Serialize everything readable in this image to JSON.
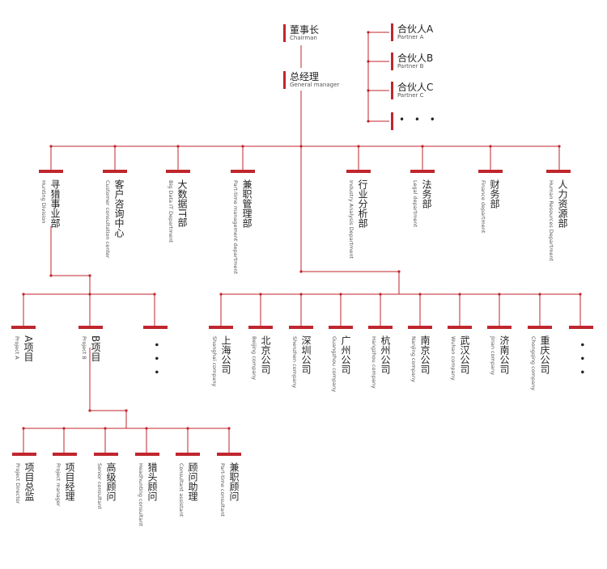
{
  "top": {
    "chairman": {
      "zh": "董事长",
      "en": "Chairman"
    },
    "gm": {
      "zh": "总经理",
      "en": "General manager"
    },
    "partners": [
      {
        "zh": "合伙人A",
        "en": "Partner A"
      },
      {
        "zh": "合伙人B",
        "en": "Partner B"
      },
      {
        "zh": "合伙人C",
        "en": "Partner C"
      }
    ],
    "partners_more": "• • •"
  },
  "departments": [
    {
      "zh": "寻猎事业部",
      "en": "Hunting Division"
    },
    {
      "zh": "客户咨询中心",
      "en": "Customer consultation center"
    },
    {
      "zh": "大数据IT部",
      "en": "Big Data IT Department"
    },
    {
      "zh": "兼职管理部",
      "en": "Part-time management department"
    },
    {
      "zh": "行业分析部",
      "en": "Industry Analysis Department"
    },
    {
      "zh": "法务部",
      "en": "Legal department"
    },
    {
      "zh": "财务部",
      "en": "Finance department"
    },
    {
      "zh": "人力资源部",
      "en": "Human Resources Department"
    }
  ],
  "projects": [
    {
      "zh": "A项目",
      "en": "Project A"
    },
    {
      "zh": "B项目",
      "en": "Project B"
    }
  ],
  "projects_more": "• • •",
  "companies": [
    {
      "zh": "上海公司",
      "en": "Shanghai company"
    },
    {
      "zh": "北京公司",
      "en": "Beijing company"
    },
    {
      "zh": "深圳公司",
      "en": "Shenzhen company"
    },
    {
      "zh": "广州公司",
      "en": "Guangzhou company"
    },
    {
      "zh": "杭州公司",
      "en": "Hangzhou company"
    },
    {
      "zh": "南京公司",
      "en": "Nanjing company"
    },
    {
      "zh": "武汉公司",
      "en": "Wuhan company"
    },
    {
      "zh": "济南公司",
      "en": "Jinan company"
    },
    {
      "zh": "重庆公司",
      "en": "Chongqing company"
    }
  ],
  "companies_more": "• • •",
  "roles": [
    {
      "zh": "项目总监",
      "en": "Project Director"
    },
    {
      "zh": "项目经理",
      "en": "Project manager"
    },
    {
      "zh": "高级顾问",
      "en": "Senior consultant"
    },
    {
      "zh": "猎头顾问",
      "en": "Headhunting consultant"
    },
    {
      "zh": "顾问助理",
      "en": "Consultant assistant"
    },
    {
      "zh": "兼职顾问",
      "en": "Part-time consultant"
    }
  ],
  "colors": {
    "accent": "#c0262d",
    "line": "#c0262d",
    "text": "#222222"
  }
}
